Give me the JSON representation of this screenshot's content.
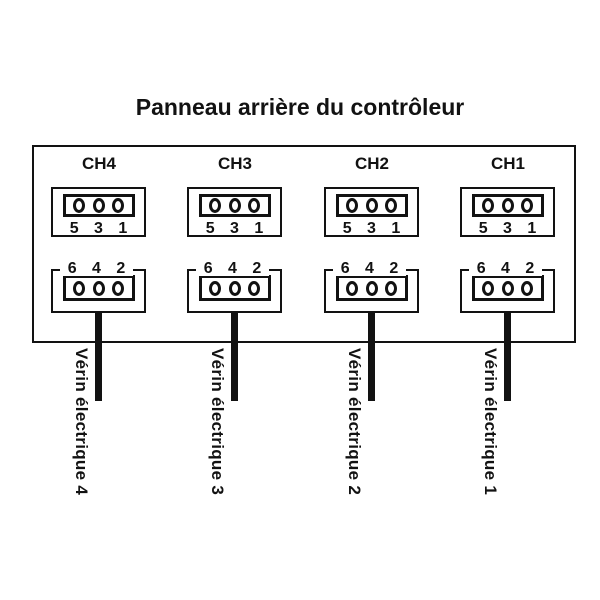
{
  "title": "Panneau arrière du contrôleur",
  "colors": {
    "ink": "#121212",
    "background": "#ffffff"
  },
  "panel": {
    "channels": [
      {
        "label": "CH4",
        "top_pins": [
          "5",
          "3",
          "1"
        ],
        "bottom_pins": [
          "6",
          "4",
          "2"
        ],
        "cable_label": "Vérin électrique 4"
      },
      {
        "label": "CH3",
        "top_pins": [
          "5",
          "3",
          "1"
        ],
        "bottom_pins": [
          "6",
          "4",
          "2"
        ],
        "cable_label": "Vérin électrique 3"
      },
      {
        "label": "CH2",
        "top_pins": [
          "5",
          "3",
          "1"
        ],
        "bottom_pins": [
          "6",
          "4",
          "2"
        ],
        "cable_label": "Vérin électrique 2"
      },
      {
        "label": "CH1",
        "top_pins": [
          "5",
          "3",
          "1"
        ],
        "bottom_pins": [
          "6",
          "4",
          "2"
        ],
        "cable_label": "Vérin électrique 1"
      }
    ]
  }
}
